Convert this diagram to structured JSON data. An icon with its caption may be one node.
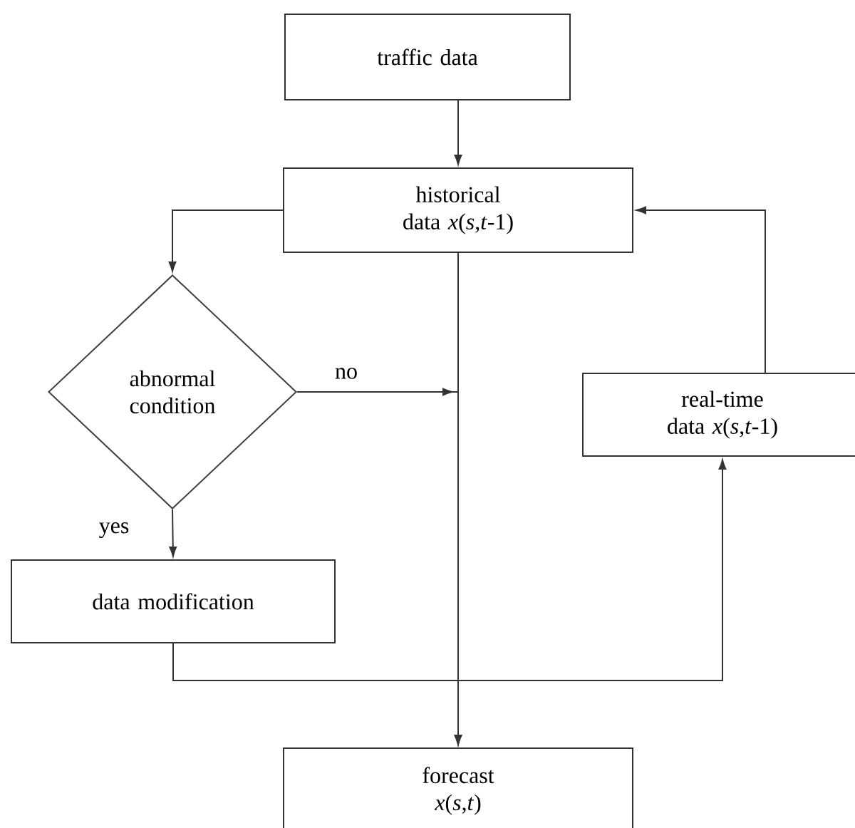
{
  "diagram": {
    "nodes": [
      {
        "text": [
          "traffic data"
        ]
      },
      {
        "text": [
          "historical data *x*(*s*,*t*-1)"
        ]
      },
      {
        "text": [
          "abnormal condition"
        ]
      },
      {
        "text": [
          "real-time data *x*(*s*,*t*-1)"
        ]
      },
      {
        "text": [
          "data modification"
        ]
      },
      {
        "text": [
          "forecast *x*(*s*,*t*)"
        ]
      }
    ],
    "edges": [
      {
        "from": 0,
        "to": 1,
        "arrow": "to"
      },
      {
        "from": 1,
        "to": 2,
        "arrow": "to"
      },
      {
        "from": 2,
        "to": 5,
        "arrow": "to",
        "label": "no"
      },
      {
        "from": 1,
        "to": 5,
        "arrow": "to"
      },
      {
        "from": 2,
        "to": 4,
        "arrow": "to",
        "label": "yes"
      },
      {
        "from": 4,
        "to": 3,
        "arrow": "to"
      },
      {
        "from": 3,
        "to": 1,
        "arrow": "to"
      }
    ]
  }
}
